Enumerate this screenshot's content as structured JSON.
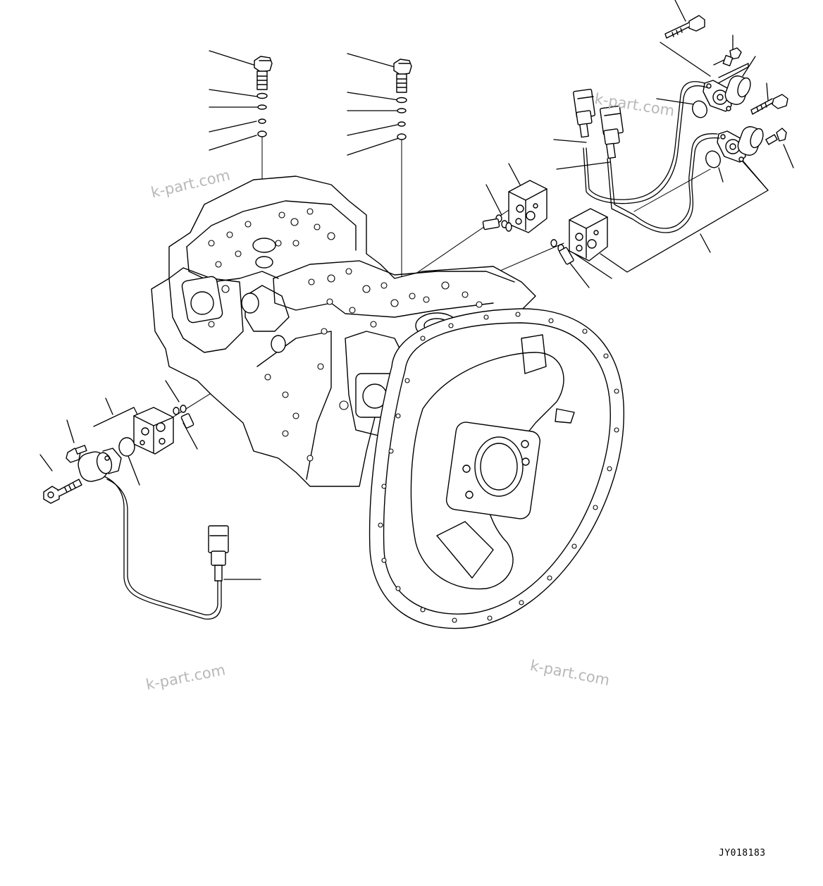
{
  "drawing": {
    "id": "JY018183"
  },
  "watermarks": [
    "k-part.com",
    "k-part.com",
    "k-part.com",
    "k-part.com"
  ],
  "colors": {
    "line": "#000000",
    "fill": "#ffffff",
    "watermark": "#b8b8b8"
  }
}
